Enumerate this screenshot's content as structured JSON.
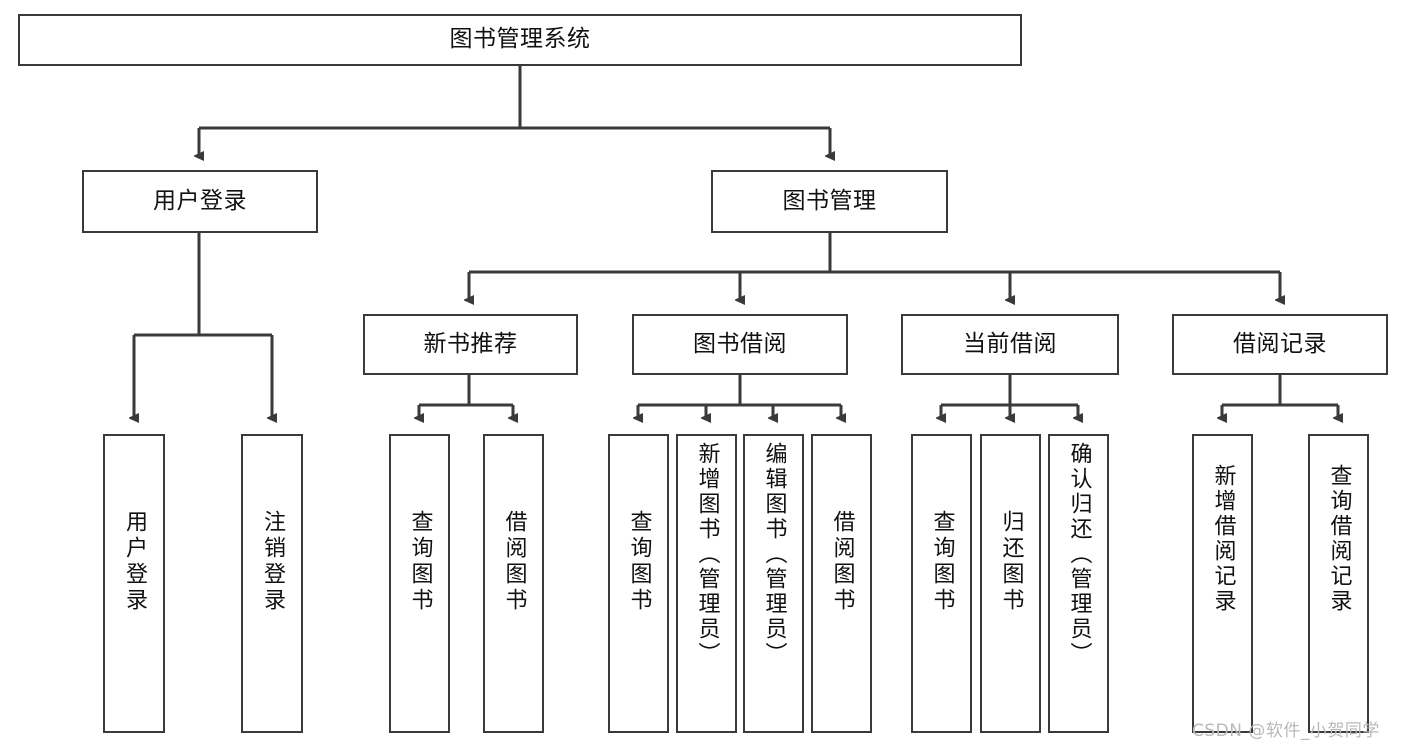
{
  "diagram": {
    "title": "图书管理系统",
    "type": "tree-hierarchy-chart",
    "stroke_color": "#3a3a3a",
    "background_color": "#ffffff",
    "text_color": "#111111",
    "levels": 4,
    "root": {
      "label": "图书管理系统"
    },
    "level2": [
      {
        "label": "用户登录"
      },
      {
        "label": "图书管理"
      }
    ],
    "level3": [
      {
        "label": "新书推荐"
      },
      {
        "label": "图书借阅"
      },
      {
        "label": "当前借阅"
      },
      {
        "label": "借阅记录"
      }
    ],
    "leaves": {
      "user_login": [
        {
          "label": "用户登录"
        },
        {
          "label": "注销登录"
        }
      ],
      "new_book_recommend": [
        {
          "label": "查询图书"
        },
        {
          "label": "借阅图书"
        }
      ],
      "book_borrow": [
        {
          "label": "查询图书"
        },
        {
          "label": "新增图书（管理员）"
        },
        {
          "label": "编辑图书（管理员）"
        },
        {
          "label": "借阅图书"
        }
      ],
      "current_borrow": [
        {
          "label": "查询图书"
        },
        {
          "label": "归还图书"
        },
        {
          "label": "确认归还（管理员）"
        }
      ],
      "borrow_record": [
        {
          "label": "新增借阅记录"
        },
        {
          "label": "查询借阅记录"
        }
      ]
    }
  },
  "watermark": {
    "text": "CSDN @软件_小贺同学"
  }
}
